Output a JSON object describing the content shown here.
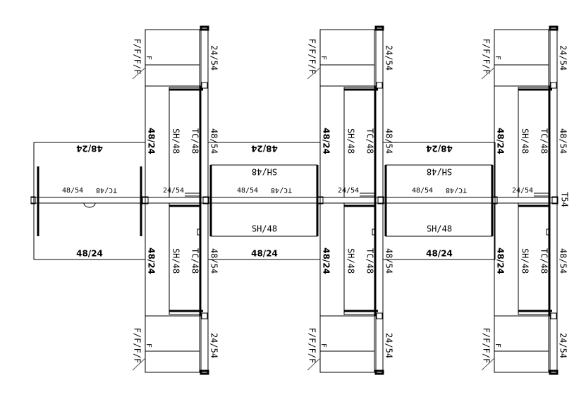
{
  "title": "Workstation cluster floor plan",
  "labels": {
    "filing": "F/F/F/F",
    "filing_short": "F",
    "panel_end": "24/54",
    "worksurface": "48/24",
    "shelf": "SH/48",
    "tackboard": "TC/48",
    "panel_mid": "48/54",
    "spine_panel": "24/54",
    "spine_end": "T54",
    "center_tag": "48/54",
    "tc_tag": "TC/48"
  },
  "modules": 3
}
